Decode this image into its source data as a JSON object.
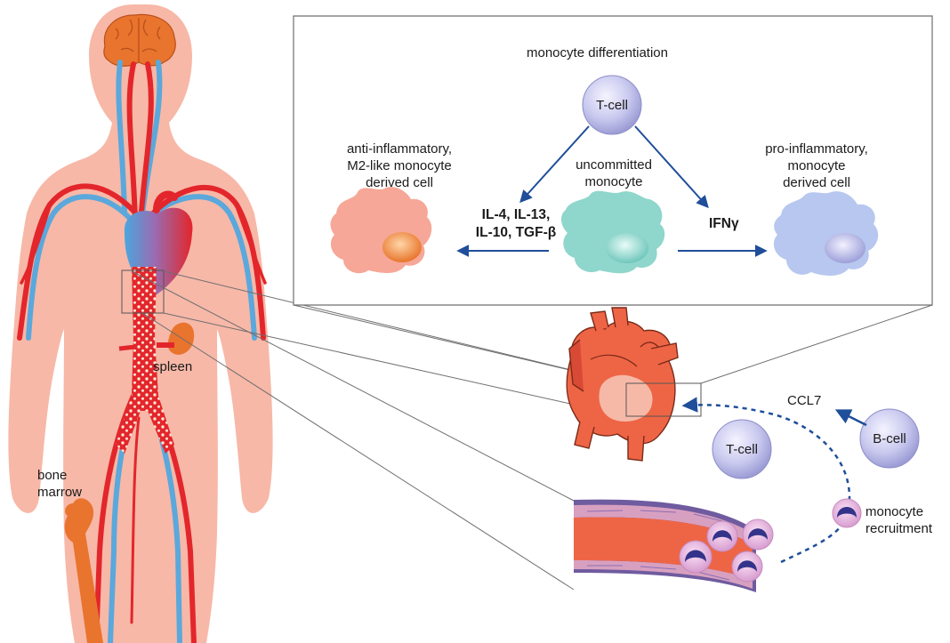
{
  "figure": {
    "inset_title": "monocyte differentiation",
    "cells": {
      "t_cell_top": "T-cell",
      "t_cell_bottom": "T-cell",
      "b_cell": "B-cell"
    },
    "labels": {
      "anti_inflammatory": [
        "anti-inflammatory,",
        "M2-like monocyte",
        "derived cell"
      ],
      "uncommitted": [
        "uncommitted",
        "monocyte"
      ],
      "pro_inflammatory": [
        "pro-inflammatory,",
        "monocyte",
        "derived cell"
      ],
      "cytokines_m2": [
        "IL-4, IL-13,",
        "IL-10, TGF-β"
      ],
      "ifn": "IFNγ",
      "ccl7": "CCL7",
      "monocyte_recruitment": [
        "monocyte",
        "recruitment"
      ],
      "spleen": "spleen",
      "bone_marrow": [
        "bone",
        "marrow"
      ]
    },
    "colors": {
      "body": "#f7b8a8",
      "artery": "#e3262b",
      "vein": "#5aa8dc",
      "brain_bone": "#e9742e",
      "arrow": "#1f4e9a",
      "lymphocyte": "#b8b8e4",
      "m2_cell": "#f6a797",
      "uncommitted_cell": "#8fd6cc",
      "m1_cell": "#b7c7ef",
      "heart": "#ee6546"
    }
  }
}
